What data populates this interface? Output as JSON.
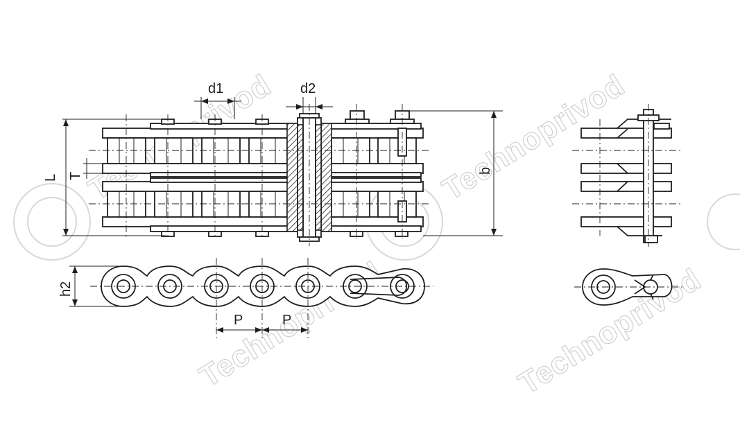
{
  "drawing": {
    "labels": {
      "d1": "d1",
      "d2": "d2",
      "L": "L",
      "T": "T",
      "b": "b",
      "h2": "h2",
      "P1": "P",
      "P2": "P"
    },
    "watermark_text": "Technoprivod",
    "colors": {
      "ink": "#1e1e1e",
      "watermark": "#cfcfcf",
      "background": "#ffffff"
    }
  }
}
